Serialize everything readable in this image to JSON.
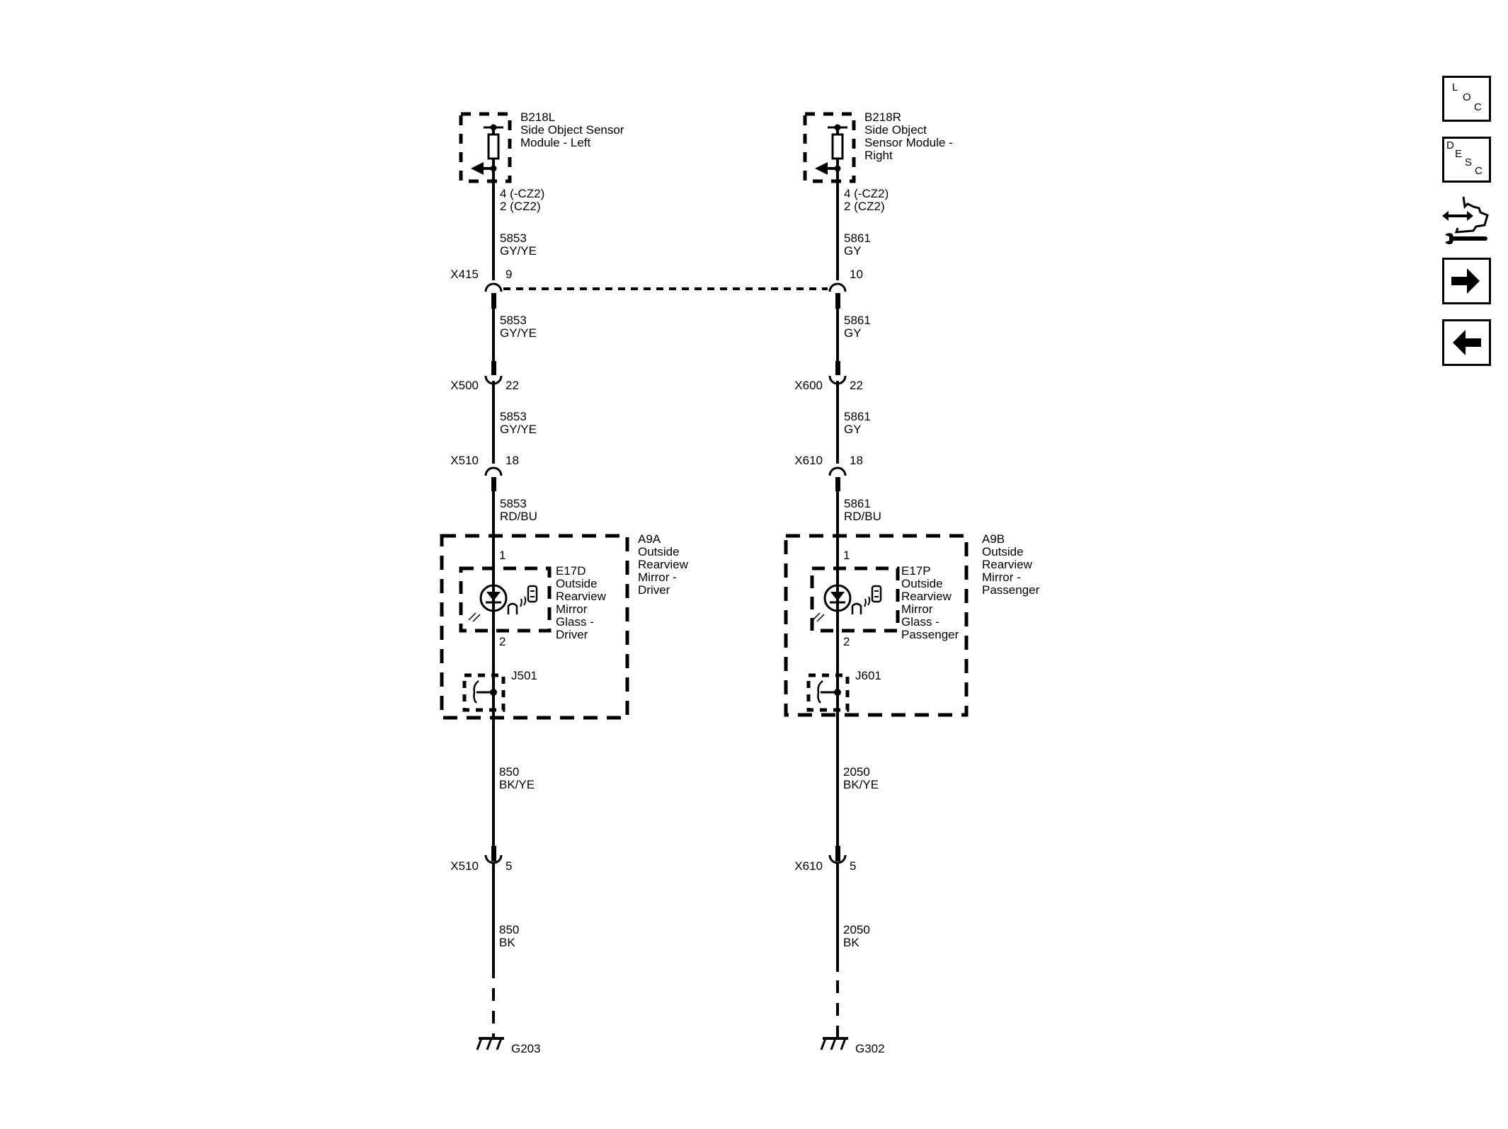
{
  "diagram": {
    "type": "wiring-schematic",
    "colors": {
      "line": "#000000",
      "background": "#ffffff"
    },
    "left_circuit": {
      "module": {
        "id": "B218L",
        "name_lines": [
          "Side Object Sensor",
          "Module - Left"
        ],
        "pins": [
          "4 (-CZ2)",
          "2 (CZ2)"
        ]
      },
      "wires": [
        {
          "circuit": "5853",
          "color": "GY/YE"
        },
        {
          "circuit": "5853",
          "color": "GY/YE"
        },
        {
          "circuit": "5853",
          "color": "GY/YE"
        },
        {
          "circuit": "5853",
          "color": "RD/BU"
        },
        {
          "circuit": "850",
          "color": "BK/YE"
        },
        {
          "circuit": "850",
          "color": "BK"
        }
      ],
      "connectors": [
        {
          "id": "X415",
          "pin": "9"
        },
        {
          "id": "X500",
          "pin": "22"
        },
        {
          "id": "X510",
          "pin": "18"
        },
        {
          "id": "X510",
          "pin": "5"
        }
      ],
      "mirror_assembly": {
        "id": "A9A",
        "name_lines": [
          "Outside",
          "Rearview",
          "Mirror -",
          "Driver"
        ],
        "glass": {
          "id": "E17D",
          "name_lines": [
            "Outside",
            "Rearview",
            "Mirror",
            "Glass -",
            "Driver"
          ],
          "pin_in": "1",
          "pin_out": "2"
        },
        "splice": "J501"
      },
      "ground": "G203"
    },
    "right_circuit": {
      "module": {
        "id": "B218R",
        "name_lines": [
          "Side Object",
          "Sensor Module -",
          "Right"
        ],
        "pins": [
          "4 (-CZ2)",
          "2 (CZ2)"
        ]
      },
      "wires": [
        {
          "circuit": "5861",
          "color": "GY"
        },
        {
          "circuit": "5861",
          "color": "GY"
        },
        {
          "circuit": "5861",
          "color": "GY"
        },
        {
          "circuit": "5861",
          "color": "RD/BU"
        },
        {
          "circuit": "2050",
          "color": "BK/YE"
        },
        {
          "circuit": "2050",
          "color": "BK"
        }
      ],
      "connectors": [
        {
          "id": "X415",
          "pin": "10"
        },
        {
          "id": "X600",
          "pin": "22"
        },
        {
          "id": "X610",
          "pin": "18"
        },
        {
          "id": "X610",
          "pin": "5"
        }
      ],
      "mirror_assembly": {
        "id": "A9B",
        "name_lines": [
          "Outside",
          "Rearview",
          "Mirror -",
          "Passenger"
        ],
        "glass": {
          "id": "E17P",
          "name_lines": [
            "Outside",
            "Rearview",
            "Mirror",
            "Glass -",
            "Passenger"
          ],
          "pin_in": "1",
          "pin_out": "2"
        },
        "splice": "J601"
      },
      "ground": "G302"
    }
  },
  "toolbar": {
    "loc": {
      "letters": [
        "L",
        "O",
        "C"
      ],
      "icon": "location-icon"
    },
    "desc": {
      "letters": [
        "D",
        "E",
        "S",
        "C"
      ],
      "icon": "description-icon"
    },
    "connector": {
      "icon": "connector-wrench-icon"
    },
    "next": {
      "icon": "arrow-right-icon"
    },
    "prev": {
      "icon": "arrow-left-icon"
    }
  }
}
